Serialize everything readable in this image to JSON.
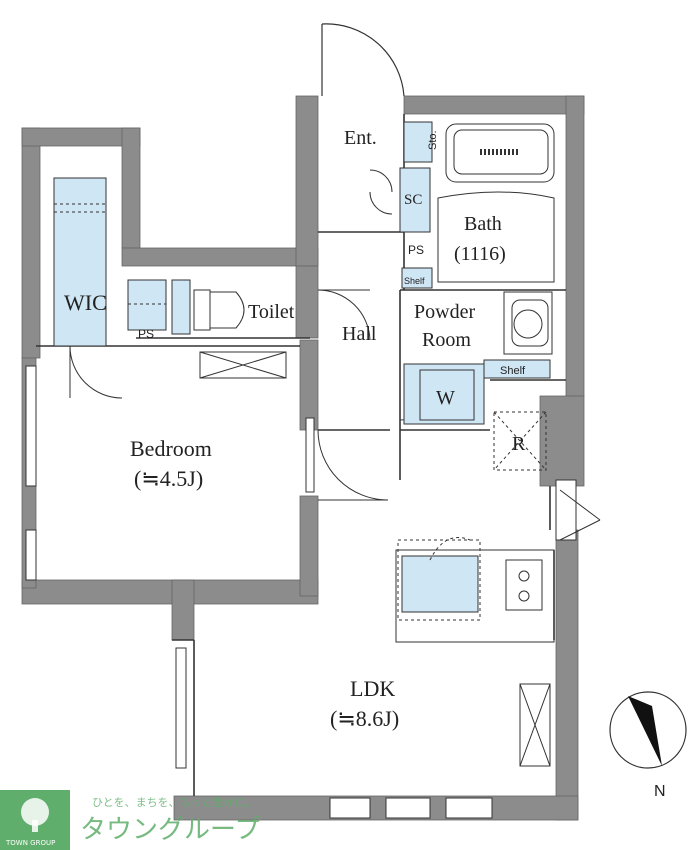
{
  "rooms": {
    "entrance": "Ent.",
    "storage": "Sto.",
    "shoe_closet": "SC",
    "bath": "Bath",
    "bath_size": "(1116)",
    "ps_bath": "PS",
    "shelf_upper": "Shelf",
    "wic": "WIC",
    "ps_wic": "PS",
    "toilet": "Toilet",
    "hall": "Hall",
    "powder_line1": "Powder",
    "powder_line2": "Room",
    "washer": "W",
    "shelf_lower": "Shelf",
    "fridge": "R",
    "bedroom": "Bedroom",
    "bedroom_size": "(≒4.5J)",
    "ldk": "LDK",
    "ldk_size": "(≒8.6J)"
  },
  "compass": {
    "north": "N"
  },
  "branding": {
    "tagline": "ひとを、まちを、もっと豊かに。",
    "name": "タウングループ",
    "badge": "TOWN GROUP"
  },
  "colors": {
    "wall": "#8c8c8c",
    "fixture_fill": "#cfe6f5",
    "line": "#333333",
    "brand_green": "#5fae6b"
  }
}
